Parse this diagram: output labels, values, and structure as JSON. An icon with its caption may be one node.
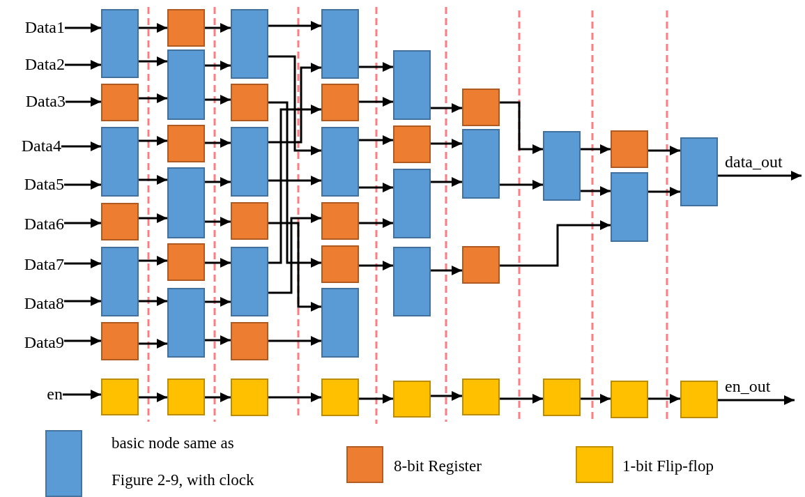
{
  "diagram": {
    "nodes": [
      {
        "text": [
          "Data1"
        ]
      },
      {
        "text": [
          "Data2"
        ]
      },
      {
        "text": [
          "Data3"
        ]
      },
      {
        "text": [
          "Data4"
        ]
      },
      {
        "text": [
          "Data5"
        ]
      },
      {
        "text": [
          "Data6"
        ]
      },
      {
        "text": [
          "Data7"
        ]
      },
      {
        "text": [
          "Data8"
        ]
      },
      {
        "text": [
          "Data9"
        ]
      },
      {
        "text": [
          "en"
        ]
      },
      {
        "text": [],
        "shape": "box"
      },
      {
        "text": [],
        "shape": "box"
      },
      {
        "text": [],
        "shape": "box"
      },
      {
        "text": [],
        "shape": "box"
      },
      {
        "text": [],
        "shape": "box"
      },
      {
        "text": [],
        "shape": "box"
      },
      {
        "text": [],
        "shape": "box"
      },
      {
        "text": [],
        "shape": "box"
      },
      {
        "text": [],
        "shape": "box"
      },
      {
        "text": [],
        "shape": "box"
      },
      {
        "text": [],
        "shape": "box"
      },
      {
        "text": [],
        "shape": "box"
      },
      {
        "text": [],
        "shape": "box"
      },
      {
        "text": [],
        "shape": "box"
      },
      {
        "text": [],
        "shape": "box"
      },
      {
        "text": [],
        "shape": "box"
      },
      {
        "text": [],
        "shape": "box"
      },
      {
        "text": [],
        "shape": "box"
      },
      {
        "text": [],
        "shape": "box"
      },
      {
        "text": [],
        "shape": "box"
      },
      {
        "text": [],
        "shape": "box"
      },
      {
        "text": [],
        "shape": "box"
      },
      {
        "text": [],
        "shape": "box"
      },
      {
        "text": [],
        "shape": "box"
      },
      {
        "text": [],
        "shape": "box"
      },
      {
        "text": [],
        "shape": "box"
      },
      {
        "text": [],
        "shape": "box"
      },
      {
        "text": [],
        "shape": "box"
      },
      {
        "text": [],
        "shape": "box"
      },
      {
        "text": [],
        "shape": "box"
      },
      {
        "text": [],
        "shape": "box"
      },
      {
        "text": [],
        "shape": "box"
      },
      {
        "text": [],
        "shape": "box"
      },
      {
        "text": [],
        "shape": "box"
      },
      {
        "text": [],
        "shape": "box"
      },
      {
        "text": [],
        "shape": "box"
      },
      {
        "text": [],
        "shape": "box"
      },
      {
        "text": [],
        "shape": "box"
      },
      {
        "text": [],
        "shape": "box"
      },
      {
        "text": [],
        "shape": "box"
      },
      {
        "text": [],
        "shape": "box"
      },
      {
        "text": [],
        "shape": "box"
      },
      {
        "text": [],
        "shape": "box"
      },
      {
        "text": [],
        "shape": "box"
      }
    ],
    "edges": [
      {
        "from": 0,
        "to": 10,
        "arrow": "to"
      },
      {
        "from": 1,
        "to": 10,
        "arrow": "to"
      },
      {
        "from": 2,
        "to": 11,
        "arrow": "to"
      },
      {
        "from": 3,
        "to": 12,
        "arrow": "to"
      },
      {
        "from": 4,
        "to": 12,
        "arrow": "to"
      },
      {
        "from": 5,
        "to": 13,
        "arrow": "to"
      },
      {
        "from": 6,
        "to": 14,
        "arrow": "to"
      },
      {
        "from": 7,
        "to": 14,
        "arrow": "to"
      },
      {
        "from": 8,
        "to": 15,
        "arrow": "to"
      },
      {
        "from": 9,
        "to": 16,
        "arrow": "to"
      },
      {
        "from": 10,
        "to": 17,
        "arrow": "to"
      },
      {
        "from": 10,
        "to": 18,
        "arrow": "to"
      },
      {
        "from": 11,
        "to": 18,
        "arrow": "to"
      },
      {
        "from": 12,
        "to": 19,
        "arrow": "to"
      },
      {
        "from": 12,
        "to": 20,
        "arrow": "to"
      },
      {
        "from": 13,
        "to": 20,
        "arrow": "to"
      },
      {
        "from": 14,
        "to": 21,
        "arrow": "to"
      },
      {
        "from": 14,
        "to": 22,
        "arrow": "to"
      },
      {
        "from": 15,
        "to": 22,
        "arrow": "to"
      },
      {
        "from": 16,
        "to": 23,
        "arrow": "to"
      },
      {
        "from": 17,
        "to": 24,
        "arrow": "to"
      },
      {
        "from": 18,
        "to": 24,
        "arrow": "to"
      },
      {
        "from": 18,
        "to": 25,
        "arrow": "to"
      },
      {
        "from": 19,
        "to": 26,
        "arrow": "to"
      },
      {
        "from": 20,
        "to": 26,
        "arrow": "to"
      },
      {
        "from": 20,
        "to": 27,
        "arrow": "to"
      },
      {
        "from": 21,
        "to": 28,
        "arrow": "to"
      },
      {
        "from": 22,
        "to": 28,
        "arrow": "to"
      },
      {
        "from": 22,
        "to": 29,
        "arrow": "to"
      },
      {
        "from": 23,
        "to": 30,
        "arrow": "to"
      },
      {
        "from": 24,
        "to": 31,
        "arrow": "to"
      },
      {
        "from": 24,
        "to": 33,
        "arrow": "to"
      },
      {
        "from": 25,
        "to": 35,
        "arrow": "to"
      },
      {
        "from": 26,
        "to": 31,
        "arrow": "to"
      },
      {
        "from": 26,
        "to": 33,
        "arrow": "to"
      },
      {
        "from": 27,
        "to": 36,
        "arrow": "to"
      },
      {
        "from": 28,
        "to": 32,
        "arrow": "to"
      },
      {
        "from": 28,
        "to": 34,
        "arrow": "to"
      },
      {
        "from": 29,
        "to": 36,
        "arrow": "to"
      },
      {
        "from": 30,
        "to": 37,
        "arrow": "to"
      },
      {
        "from": 31,
        "to": 38,
        "arrow": "to"
      },
      {
        "from": 32,
        "to": 38,
        "arrow": "to"
      },
      {
        "from": 33,
        "to": 39,
        "arrow": "to"
      },
      {
        "from": 33,
        "to": 40,
        "arrow": "to"
      },
      {
        "from": 34,
        "to": 40,
        "arrow": "to"
      },
      {
        "from": 35,
        "to": 41,
        "arrow": "to"
      },
      {
        "from": 37,
        "to": 42,
        "arrow": "to"
      },
      {
        "from": 38,
        "to": 43,
        "arrow": "to"
      },
      {
        "from": 39,
        "to": 44,
        "arrow": "to"
      },
      {
        "from": 40,
        "to": 44,
        "arrow": "to"
      },
      {
        "from": 41,
        "to": 45,
        "arrow": "to"
      },
      {
        "from": 42,
        "to": 46,
        "arrow": "to"
      },
      {
        "from": 43,
        "to": 47,
        "arrow": "to"
      },
      {
        "from": 44,
        "to": 47,
        "arrow": "to"
      },
      {
        "from": 45,
        "to": 50,
        "arrow": "to"
      },
      {
        "from": 46,
        "to": 48,
        "arrow": "to"
      },
      {
        "from": 47,
        "to": 49,
        "arrow": "to"
      },
      {
        "from": 47,
        "to": 50,
        "arrow": "to"
      },
      {
        "from": 48,
        "to": 51,
        "arrow": "to"
      },
      {
        "from": 49,
        "to": 52,
        "arrow": "to"
      },
      {
        "from": 50,
        "to": 52,
        "arrow": "to"
      },
      {
        "from": 51,
        "to": 53,
        "arrow": "to"
      },
      {
        "from": 52,
        "to": null,
        "arrow": "to",
        "label": "data_out"
      },
      {
        "from": 53,
        "to": null,
        "arrow": "to",
        "label": "en_out"
      }
    ],
    "legend": [
      {
        "text": "basic node same as Figure 2-9, with clock",
        "color": "#5b9bd5"
      },
      {
        "text": "8-bit Register",
        "color": "#ed7d31"
      },
      {
        "text": "1-bit Flip-flop",
        "color": "#ffc000"
      }
    ]
  }
}
